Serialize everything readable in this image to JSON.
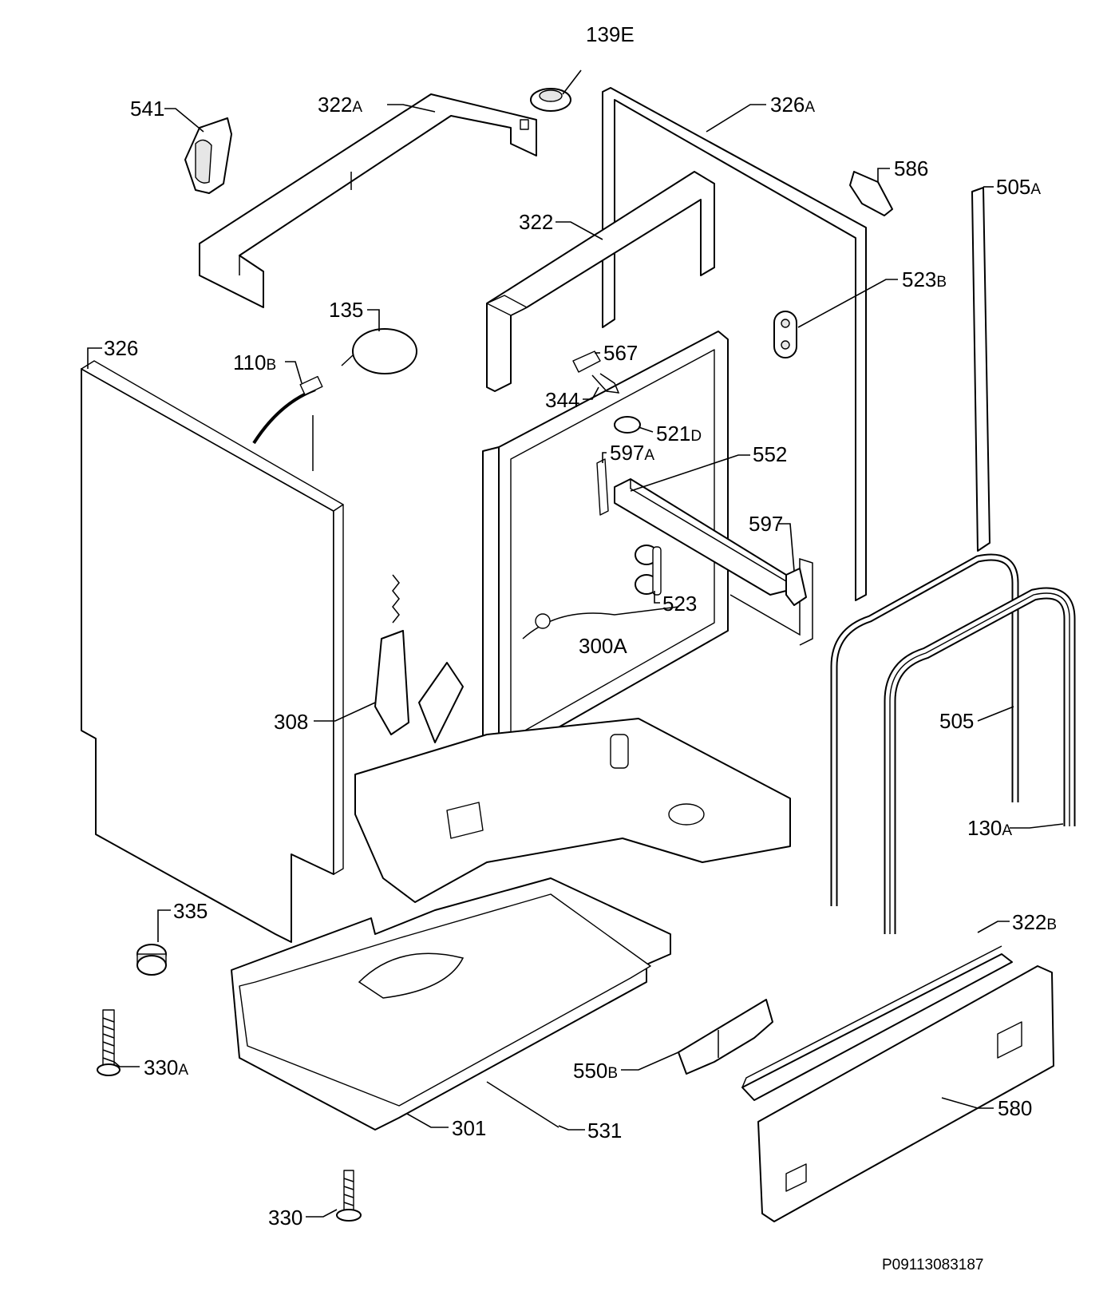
{
  "diagram_code": "P09113083187",
  "labels": [
    {
      "id": "139E",
      "num": "139E",
      "suffix": ""
    },
    {
      "id": "541",
      "num": "541",
      "suffix": ""
    },
    {
      "id": "322A",
      "num": "322",
      "suffix": "A"
    },
    {
      "id": "326A",
      "num": "326",
      "suffix": "A"
    },
    {
      "id": "586",
      "num": "586",
      "suffix": ""
    },
    {
      "id": "505A",
      "num": "505",
      "suffix": "A"
    },
    {
      "id": "322",
      "num": "322",
      "suffix": ""
    },
    {
      "id": "523B",
      "num": "523",
      "suffix": "B"
    },
    {
      "id": "135",
      "num": "135",
      "suffix": ""
    },
    {
      "id": "326",
      "num": "326",
      "suffix": ""
    },
    {
      "id": "110B",
      "num": "110",
      "suffix": "B"
    },
    {
      "id": "567",
      "num": "567",
      "suffix": ""
    },
    {
      "id": "344",
      "num": "344",
      "suffix": ""
    },
    {
      "id": "521D",
      "num": "521",
      "suffix": "D"
    },
    {
      "id": "597A",
      "num": "597",
      "suffix": "A"
    },
    {
      "id": "552",
      "num": "552",
      "suffix": ""
    },
    {
      "id": "597",
      "num": "597",
      "suffix": ""
    },
    {
      "id": "523",
      "num": "523",
      "suffix": ""
    },
    {
      "id": "300A",
      "num": "300A",
      "suffix": ""
    },
    {
      "id": "308",
      "num": "308",
      "suffix": ""
    },
    {
      "id": "505",
      "num": "505",
      "suffix": ""
    },
    {
      "id": "130A",
      "num": "130",
      "suffix": "A"
    },
    {
      "id": "335",
      "num": "335",
      "suffix": ""
    },
    {
      "id": "322B",
      "num": "322",
      "suffix": "B"
    },
    {
      "id": "330A",
      "num": "330",
      "suffix": "A"
    },
    {
      "id": "550B",
      "num": "550",
      "suffix": "B"
    },
    {
      "id": "580",
      "num": "580",
      "suffix": ""
    },
    {
      "id": "301",
      "num": "301",
      "suffix": ""
    },
    {
      "id": "531",
      "num": "531",
      "suffix": ""
    },
    {
      "id": "330",
      "num": "330",
      "suffix": ""
    }
  ]
}
